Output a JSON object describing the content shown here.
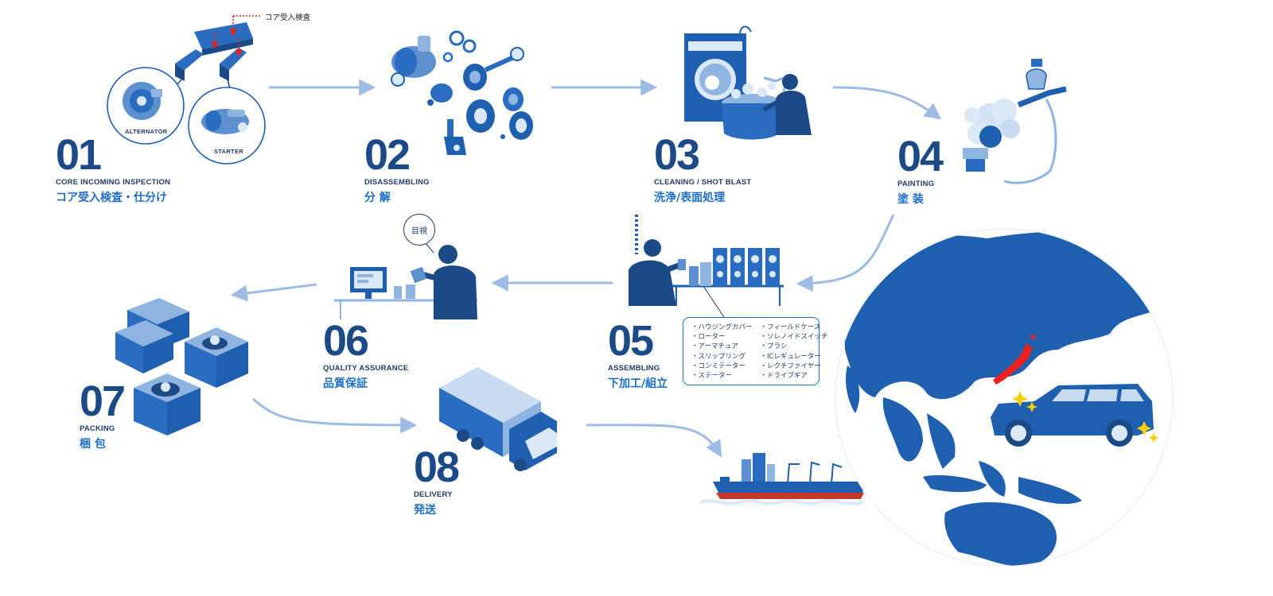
{
  "callout": {
    "core_inspection": "コア受入検査"
  },
  "core_parts": {
    "alternator": "ALTERNATOR",
    "starter": "STARTER"
  },
  "qa_bubble": "目視",
  "steps": [
    {
      "num": "01",
      "en": "CORE INCOMING INSPECTION",
      "jp": "コア受入検査・仕分け"
    },
    {
      "num": "02",
      "en": "DISASSEMBLING",
      "jp": "分 解"
    },
    {
      "num": "03",
      "en": "CLEANING / SHOT BLAST",
      "jp": "洗浄/表面処理"
    },
    {
      "num": "04",
      "en": "PAINTING",
      "jp": "塗 装"
    },
    {
      "num": "05",
      "en": "ASSEMBLING",
      "jp": "下加工/組立"
    },
    {
      "num": "06",
      "en": "QUALITY ASSURANCE",
      "jp": "品質保証"
    },
    {
      "num": "07",
      "en": "PACKING",
      "jp": "梱 包"
    },
    {
      "num": "08",
      "en": "DELIVERY",
      "jp": "発送"
    }
  ],
  "parts_list": {
    "left": [
      "・ハウジングカバー",
      "・ローター",
      "・アーマチュア",
      "・スリップリング",
      "・コンミテーター",
      "・ステーター"
    ],
    "right": [
      "・フィールドケース",
      "・ソレノイドスイッチ",
      "・ブラシ",
      "・ICレギュレーター",
      "・レクチファイヤー",
      "・ドライブギア"
    ]
  },
  "colors": {
    "primary": "#1e5fb0",
    "dark_blue": "#1b4a86",
    "accent_blue": "#1e6fc3",
    "light_blue": "#8fb4e0",
    "arrow": "#9dbbe3",
    "japan_red": "#e8231f"
  }
}
